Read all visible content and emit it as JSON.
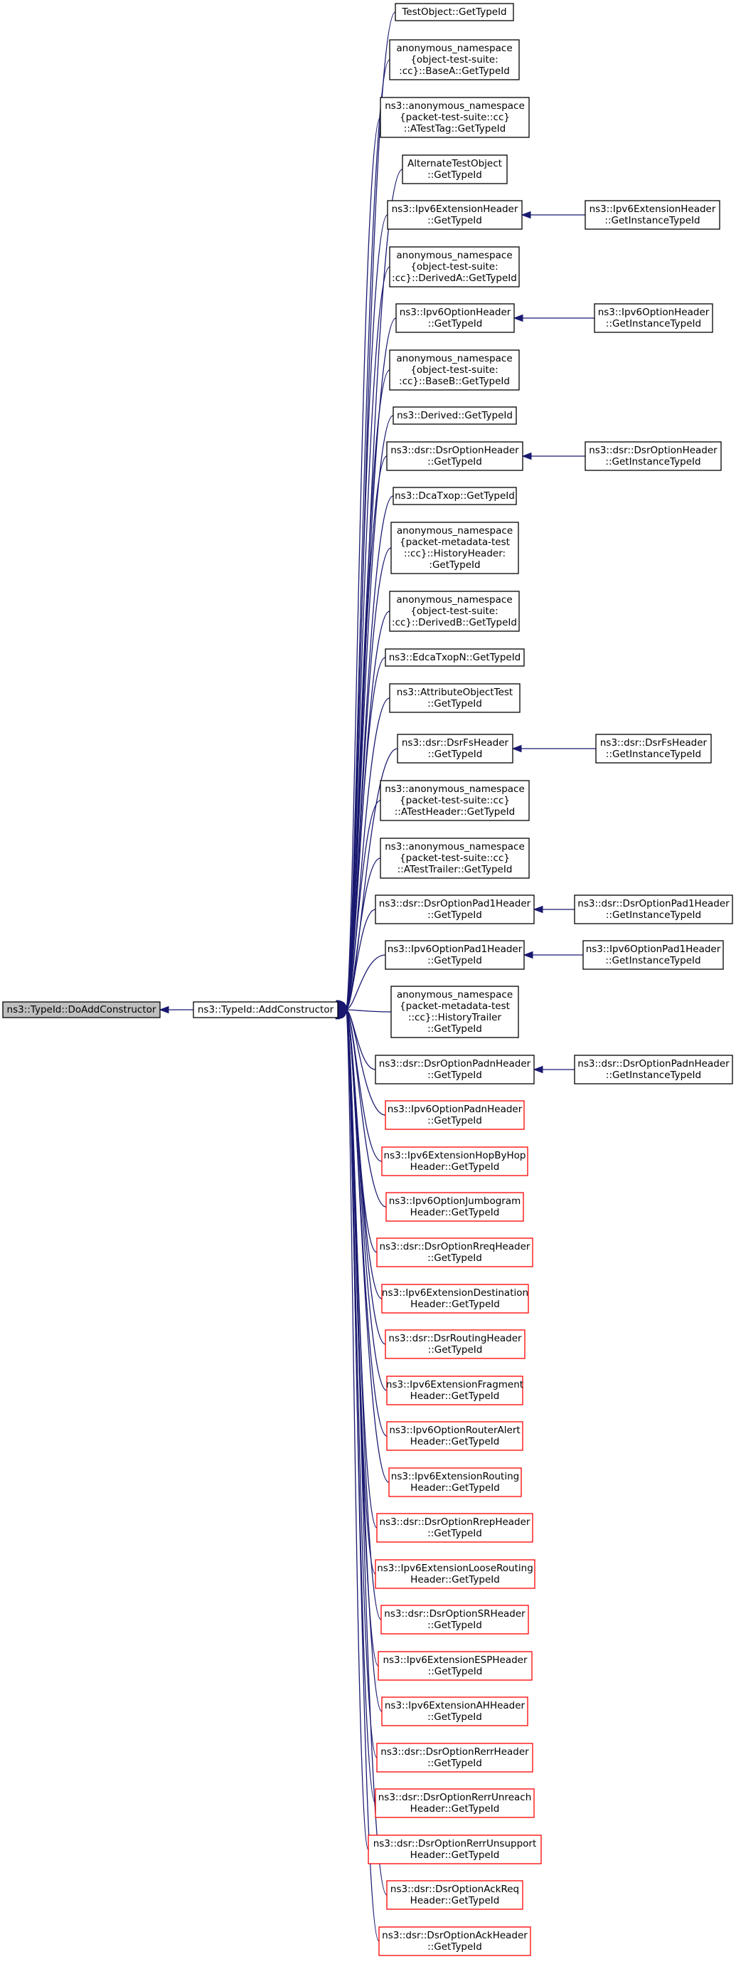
{
  "colors": {
    "edge": "#191970",
    "border_normal": "#000000",
    "border_truncated": "#ff0000",
    "focus_fill": "#bfbfbf",
    "background": "#ffffff"
  },
  "nodes": [
    {
      "id": "do_add_constructor",
      "lines": [
        "ns3::TypeId::DoAddConstructor"
      ],
      "style": "focus"
    },
    {
      "id": "add_constructor",
      "lines": [
        "ns3::TypeId::AddConstructor"
      ],
      "style": "normal"
    },
    {
      "id": "testobject",
      "lines": [
        "TestObject::GetTypeId"
      ],
      "style": "normal"
    },
    {
      "id": "basea",
      "lines": [
        "anonymous_namespace",
        "{object-test-suite:",
        ":cc}::BaseA::GetTypeId"
      ],
      "style": "normal"
    },
    {
      "id": "atesttag",
      "lines": [
        "ns3::anonymous_namespace",
        "{packet-test-suite::cc}",
        "::ATestTag::GetTypeId"
      ],
      "style": "normal"
    },
    {
      "id": "alternate",
      "lines": [
        "AlternateTestObject",
        "::GetTypeId"
      ],
      "style": "normal"
    },
    {
      "id": "ipv6exthdr",
      "lines": [
        "ns3::Ipv6ExtensionHeader",
        "::GetTypeId"
      ],
      "style": "normal"
    },
    {
      "id": "deriveda",
      "lines": [
        "anonymous_namespace",
        "{object-test-suite:",
        ":cc}::DerivedA::GetTypeId"
      ],
      "style": "normal"
    },
    {
      "id": "ipv6opthdr",
      "lines": [
        "ns3::Ipv6OptionHeader",
        "::GetTypeId"
      ],
      "style": "normal"
    },
    {
      "id": "baseb",
      "lines": [
        "anonymous_namespace",
        "{object-test-suite:",
        ":cc}::BaseB::GetTypeId"
      ],
      "style": "normal"
    },
    {
      "id": "derived",
      "lines": [
        "ns3::Derived::GetTypeId"
      ],
      "style": "normal"
    },
    {
      "id": "dsropthdr",
      "lines": [
        "ns3::dsr::DsrOptionHeader",
        "::GetTypeId"
      ],
      "style": "normal"
    },
    {
      "id": "dcatxop",
      "lines": [
        "ns3::DcaTxop::GetTypeId"
      ],
      "style": "normal"
    },
    {
      "id": "historyheader",
      "lines": [
        "anonymous_namespace",
        "{packet-metadata-test",
        "::cc}::HistoryHeader:",
        ":GetTypeId"
      ],
      "style": "normal"
    },
    {
      "id": "derivedb",
      "lines": [
        "anonymous_namespace",
        "{object-test-suite:",
        ":cc}::DerivedB::GetTypeId"
      ],
      "style": "normal"
    },
    {
      "id": "edcatxopn",
      "lines": [
        "ns3::EdcaTxopN::GetTypeId"
      ],
      "style": "normal"
    },
    {
      "id": "attrobjtest",
      "lines": [
        "ns3::AttributeObjectTest",
        "::GetTypeId"
      ],
      "style": "normal"
    },
    {
      "id": "dsrfshdr",
      "lines": [
        "ns3::dsr::DsrFsHeader",
        "::GetTypeId"
      ],
      "style": "normal"
    },
    {
      "id": "atestheader",
      "lines": [
        "ns3::anonymous_namespace",
        "{packet-test-suite::cc}",
        "::ATestHeader::GetTypeId"
      ],
      "style": "normal"
    },
    {
      "id": "atesttrailer",
      "lines": [
        "ns3::anonymous_namespace",
        "{packet-test-suite::cc}",
        "::ATestTrailer::GetTypeId"
      ],
      "style": "normal"
    },
    {
      "id": "dsrpad1",
      "lines": [
        "ns3::dsr::DsrOptionPad1Header",
        "::GetTypeId"
      ],
      "style": "normal"
    },
    {
      "id": "ipv6pad1",
      "lines": [
        "ns3::Ipv6OptionPad1Header",
        "::GetTypeId"
      ],
      "style": "normal"
    },
    {
      "id": "historytrailer",
      "lines": [
        "anonymous_namespace",
        "{packet-metadata-test",
        "::cc}::HistoryTrailer",
        "::GetTypeId"
      ],
      "style": "normal"
    },
    {
      "id": "dsrpadn",
      "lines": [
        "ns3::dsr::DsrOptionPadnHeader",
        "::GetTypeId"
      ],
      "style": "normal"
    },
    {
      "id": "ipv6padn",
      "lines": [
        "ns3::Ipv6OptionPadnHeader",
        "::GetTypeId"
      ],
      "style": "red"
    },
    {
      "id": "ipv6hopbyhop",
      "lines": [
        "ns3::Ipv6ExtensionHopByHop",
        "Header::GetTypeId"
      ],
      "style": "red"
    },
    {
      "id": "ipv6jumbo",
      "lines": [
        "ns3::Ipv6OptionJumbogram",
        "Header::GetTypeId"
      ],
      "style": "red"
    },
    {
      "id": "dsrrreq",
      "lines": [
        "ns3::dsr::DsrOptionRreqHeader",
        "::GetTypeId"
      ],
      "style": "red"
    },
    {
      "id": "ipv6dest",
      "lines": [
        "ns3::Ipv6ExtensionDestination",
        "Header::GetTypeId"
      ],
      "style": "red"
    },
    {
      "id": "dsrrouting",
      "lines": [
        "ns3::dsr::DsrRoutingHeader",
        "::GetTypeId"
      ],
      "style": "red"
    },
    {
      "id": "ipv6frag",
      "lines": [
        "ns3::Ipv6ExtensionFragment",
        "Header::GetTypeId"
      ],
      "style": "red"
    },
    {
      "id": "ipv6routeralert",
      "lines": [
        "ns3::Ipv6OptionRouterAlert",
        "Header::GetTypeId"
      ],
      "style": "red"
    },
    {
      "id": "ipv6routing",
      "lines": [
        "ns3::Ipv6ExtensionRouting",
        "Header::GetTypeId"
      ],
      "style": "red"
    },
    {
      "id": "dsrrrep",
      "lines": [
        "ns3::dsr::DsrOptionRrepHeader",
        "::GetTypeId"
      ],
      "style": "red"
    },
    {
      "id": "ipv6loose",
      "lines": [
        "ns3::Ipv6ExtensionLooseRouting",
        "Header::GetTypeId"
      ],
      "style": "red"
    },
    {
      "id": "dsrsr",
      "lines": [
        "ns3::dsr::DsrOptionSRHeader",
        "::GetTypeId"
      ],
      "style": "red"
    },
    {
      "id": "ipv6esp",
      "lines": [
        "ns3::Ipv6ExtensionESPHeader",
        "::GetTypeId"
      ],
      "style": "red"
    },
    {
      "id": "ipv6ah",
      "lines": [
        "ns3::Ipv6ExtensionAHHeader",
        "::GetTypeId"
      ],
      "style": "red"
    },
    {
      "id": "dsrrerr",
      "lines": [
        "ns3::dsr::DsrOptionRerrHeader",
        "::GetTypeId"
      ],
      "style": "red"
    },
    {
      "id": "dsrrerrunreach",
      "lines": [
        "ns3::dsr::DsrOptionRerrUnreach",
        "Header::GetTypeId"
      ],
      "style": "red"
    },
    {
      "id": "dsrrerrunsupport",
      "lines": [
        "ns3::dsr::DsrOptionRerrUnsupport",
        "Header::GetTypeId"
      ],
      "style": "red"
    },
    {
      "id": "dsrackreq",
      "lines": [
        "ns3::dsr::DsrOptionAckReq",
        "Header::GetTypeId"
      ],
      "style": "red"
    },
    {
      "id": "dsrack",
      "lines": [
        "ns3::dsr::DsrOptionAckHeader",
        "::GetTypeId"
      ],
      "style": "red"
    },
    {
      "id": "ipv6exthdr_inst",
      "lines": [
        "ns3::Ipv6ExtensionHeader",
        "::GetInstanceTypeId"
      ],
      "style": "normal"
    },
    {
      "id": "ipv6opthdr_inst",
      "lines": [
        "ns3::Ipv6OptionHeader",
        "::GetInstanceTypeId"
      ],
      "style": "normal"
    },
    {
      "id": "dsropthdr_inst",
      "lines": [
        "ns3::dsr::DsrOptionHeader",
        "::GetInstanceTypeId"
      ],
      "style": "normal"
    },
    {
      "id": "dsrfshdr_inst",
      "lines": [
        "ns3::dsr::DsrFsHeader",
        "::GetInstanceTypeId"
      ],
      "style": "normal"
    },
    {
      "id": "dsrpad1_inst",
      "lines": [
        "ns3::dsr::DsrOptionPad1Header",
        "::GetInstanceTypeId"
      ],
      "style": "normal"
    },
    {
      "id": "ipv6pad1_inst",
      "lines": [
        "ns3::Ipv6OptionPad1Header",
        "::GetInstanceTypeId"
      ],
      "style": "normal"
    },
    {
      "id": "dsrpadn_inst",
      "lines": [
        "ns3::dsr::DsrOptionPadnHeader",
        "::GetInstanceTypeId"
      ],
      "style": "normal"
    }
  ],
  "edges": [
    {
      "from": "add_constructor",
      "to": "do_add_constructor"
    },
    {
      "from": "testobject",
      "to": "add_constructor"
    },
    {
      "from": "basea",
      "to": "add_constructor"
    },
    {
      "from": "atesttag",
      "to": "add_constructor"
    },
    {
      "from": "alternate",
      "to": "add_constructor"
    },
    {
      "from": "ipv6exthdr",
      "to": "add_constructor"
    },
    {
      "from": "deriveda",
      "to": "add_constructor"
    },
    {
      "from": "ipv6opthdr",
      "to": "add_constructor"
    },
    {
      "from": "baseb",
      "to": "add_constructor"
    },
    {
      "from": "derived",
      "to": "add_constructor"
    },
    {
      "from": "dsropthdr",
      "to": "add_constructor"
    },
    {
      "from": "dcatxop",
      "to": "add_constructor"
    },
    {
      "from": "historyheader",
      "to": "add_constructor"
    },
    {
      "from": "derivedb",
      "to": "add_constructor"
    },
    {
      "from": "edcatxopn",
      "to": "add_constructor"
    },
    {
      "from": "attrobjtest",
      "to": "add_constructor"
    },
    {
      "from": "dsrfshdr",
      "to": "add_constructor"
    },
    {
      "from": "atestheader",
      "to": "add_constructor"
    },
    {
      "from": "atesttrailer",
      "to": "add_constructor"
    },
    {
      "from": "dsrpad1",
      "to": "add_constructor"
    },
    {
      "from": "ipv6pad1",
      "to": "add_constructor"
    },
    {
      "from": "historytrailer",
      "to": "add_constructor"
    },
    {
      "from": "dsrpadn",
      "to": "add_constructor"
    },
    {
      "from": "ipv6padn",
      "to": "add_constructor"
    },
    {
      "from": "ipv6hopbyhop",
      "to": "add_constructor"
    },
    {
      "from": "ipv6jumbo",
      "to": "add_constructor"
    },
    {
      "from": "dsrrreq",
      "to": "add_constructor"
    },
    {
      "from": "ipv6dest",
      "to": "add_constructor"
    },
    {
      "from": "dsrrouting",
      "to": "add_constructor"
    },
    {
      "from": "ipv6frag",
      "to": "add_constructor"
    },
    {
      "from": "ipv6routeralert",
      "to": "add_constructor"
    },
    {
      "from": "ipv6routing",
      "to": "add_constructor"
    },
    {
      "from": "dsrrrep",
      "to": "add_constructor"
    },
    {
      "from": "ipv6loose",
      "to": "add_constructor"
    },
    {
      "from": "dsrsr",
      "to": "add_constructor"
    },
    {
      "from": "ipv6esp",
      "to": "add_constructor"
    },
    {
      "from": "ipv6ah",
      "to": "add_constructor"
    },
    {
      "from": "dsrrerr",
      "to": "add_constructor"
    },
    {
      "from": "dsrrerrunreach",
      "to": "add_constructor"
    },
    {
      "from": "dsrrerrunsupport",
      "to": "add_constructor"
    },
    {
      "from": "dsrackreq",
      "to": "add_constructor"
    },
    {
      "from": "dsrack",
      "to": "add_constructor"
    },
    {
      "from": "ipv6exthdr_inst",
      "to": "ipv6exthdr"
    },
    {
      "from": "ipv6opthdr_inst",
      "to": "ipv6opthdr"
    },
    {
      "from": "dsropthdr_inst",
      "to": "dsropthdr"
    },
    {
      "from": "dsrfshdr_inst",
      "to": "dsrfshdr"
    },
    {
      "from": "dsrpad1_inst",
      "to": "dsrpad1"
    },
    {
      "from": "ipv6pad1_inst",
      "to": "ipv6pad1"
    },
    {
      "from": "dsrpadn_inst",
      "to": "dsrpadn"
    }
  ]
}
